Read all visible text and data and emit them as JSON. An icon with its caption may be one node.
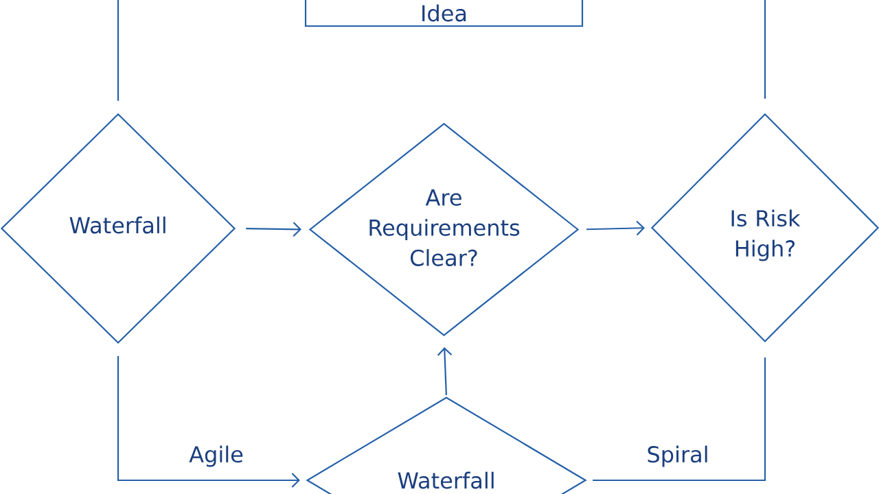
{
  "diagram": {
    "nodes": [
      {
        "text": [
          "Idea"
        ]
      },
      {
        "text": [
          "Waterfall"
        ]
      },
      {
        "text": [
          "Are Requirements Clear?"
        ]
      },
      {
        "text": [
          "Is Risk High?"
        ]
      },
      {
        "text": [
          "Waterfall"
        ]
      }
    ],
    "edges": [
      {
        "from": 1,
        "to": 2,
        "arrow": "to"
      },
      {
        "from": 2,
        "to": 3,
        "arrow": "to"
      },
      {
        "from": 4,
        "to": 2,
        "arrow": "to"
      },
      {
        "from": 1,
        "to": 4,
        "label": "Agile",
        "arrow": "to"
      },
      {
        "from": 3,
        "to": 4,
        "label": "Spiral",
        "arrow": "none"
      },
      {
        "from": null,
        "to": 1,
        "arrow": "none"
      },
      {
        "from": null,
        "to": 3,
        "arrow": "none"
      }
    ]
  }
}
